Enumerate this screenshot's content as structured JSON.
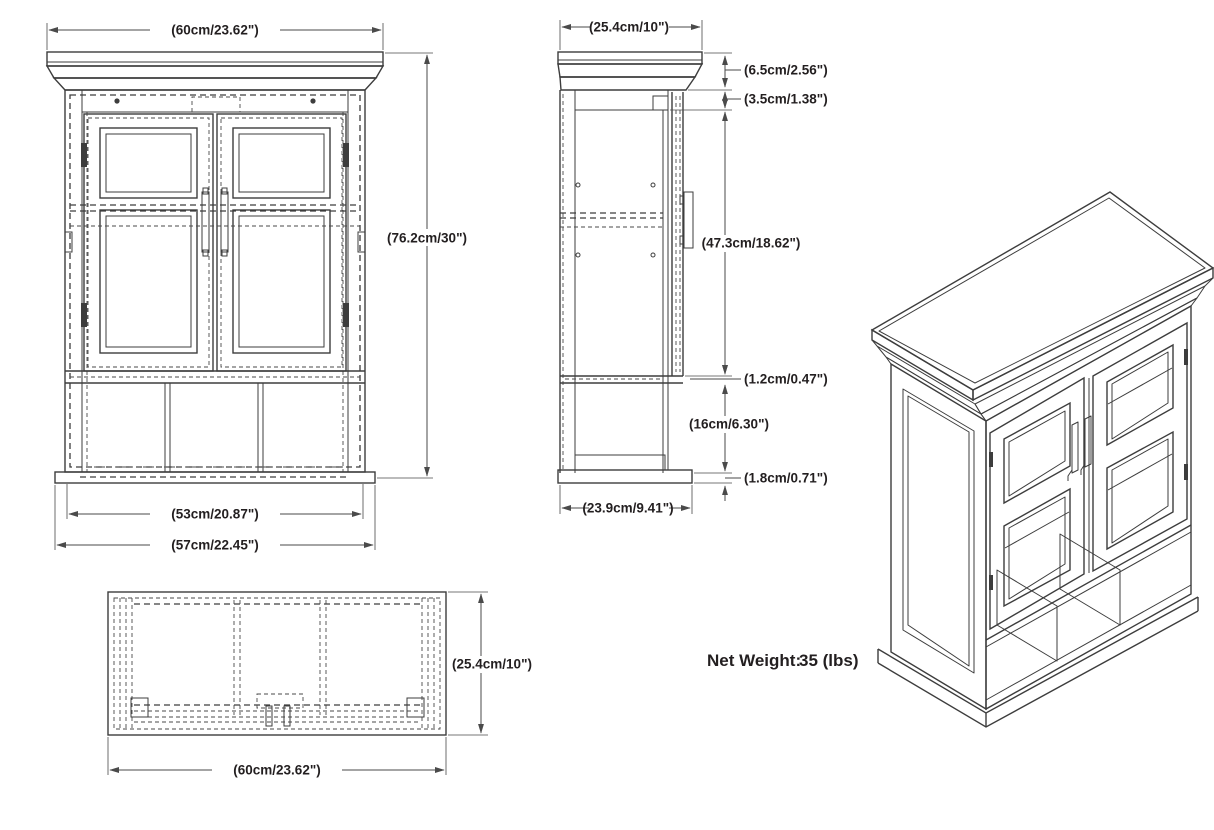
{
  "drawing_title": "wall-cabinet-technical-drawing",
  "dimensions": {
    "front": {
      "top_width": "(60cm/23.62\")",
      "overall_height": "(76.2cm/30\")",
      "body_width": "(53cm/20.87\")",
      "base_width": "(57cm/22.45\")"
    },
    "side": {
      "top_depth": "(25.4cm/10\")",
      "crown_height": "(6.5cm/2.56\")",
      "top_rail_height": "(3.5cm/1.38\")",
      "door_height": "(47.3cm/18.62\")",
      "shelf_thickness": "(1.2cm/0.47\")",
      "cubby_height": "(16cm/6.30\")",
      "base_thickness": "(1.8cm/0.71\")",
      "base_depth": "(23.9cm/9.41\")"
    },
    "bottom": {
      "depth": "(25.4cm/10\")",
      "width": "(60cm/23.62\")"
    }
  },
  "footer": {
    "net_weight_label": "Net Weight:",
    "net_weight_value": "35 (lbs)"
  },
  "colors": {
    "line": "#3d3d3d",
    "text": "#231f20",
    "background": "#ffffff"
  }
}
